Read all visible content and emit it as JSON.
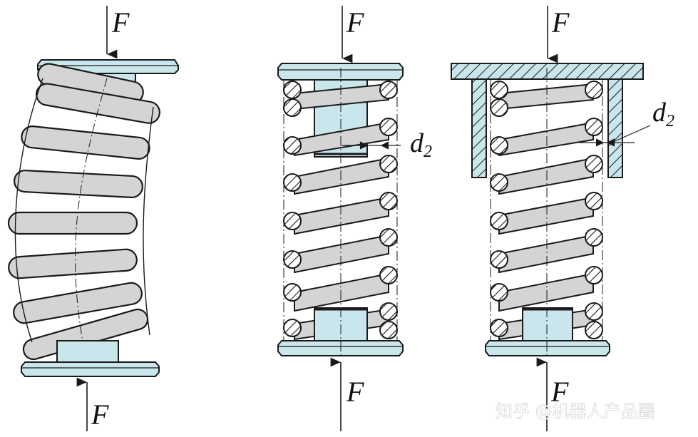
{
  "labels": {
    "force": "F",
    "d_symbol": "d",
    "d_subscript": "2"
  },
  "watermark": "知乎 @机器人产品圈",
  "colors": {
    "plate": "#c9e6ec",
    "coil": "#d4d4d4",
    "outline": "#1a1a1a",
    "hatch": "#1a1a1a"
  },
  "icons": [
    "arrow-down-icon",
    "arrow-up-icon",
    "hatch-pattern"
  ]
}
